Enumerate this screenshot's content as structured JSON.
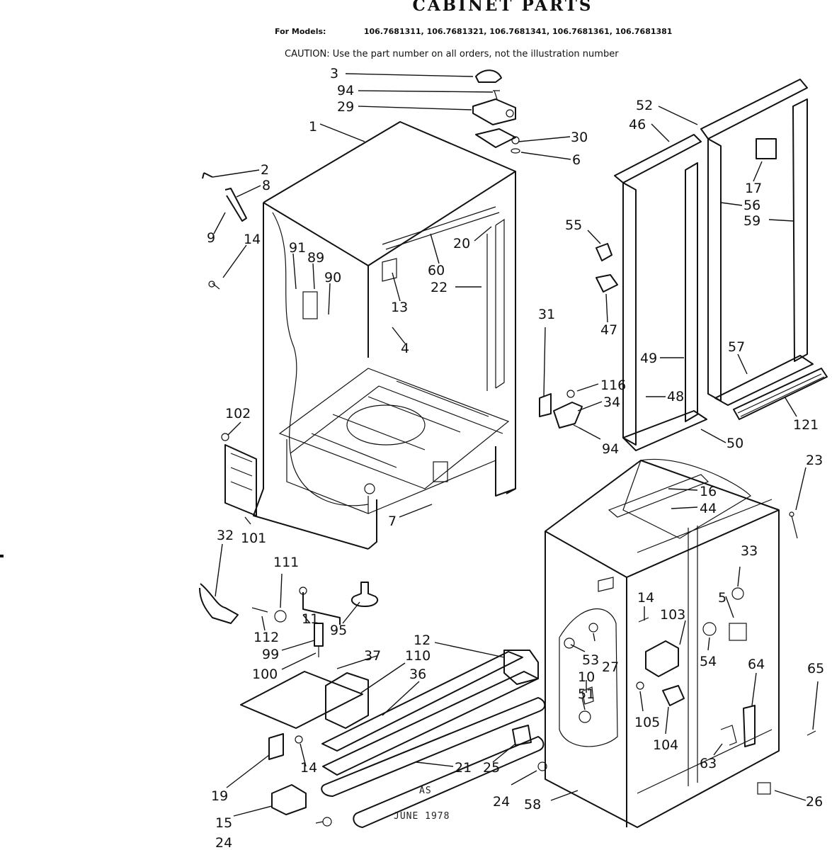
{
  "header": {
    "title": "CABINET PARTS",
    "models_label": "For Models:",
    "models": "106.7681311, 106.7681321, 106.7681341, 106.7681361, 106.7681381",
    "caution": "CAUTION: Use the part number on all orders, not the illustration number"
  },
  "callouts": [
    {
      "id": "c3",
      "text": "3"
    },
    {
      "id": "c94a",
      "text": "94"
    },
    {
      "id": "c29",
      "text": "29"
    },
    {
      "id": "c1",
      "text": "1"
    },
    {
      "id": "c30",
      "text": "30"
    },
    {
      "id": "c6",
      "text": "6"
    },
    {
      "id": "c2",
      "text": "2"
    },
    {
      "id": "c8",
      "text": "8"
    },
    {
      "id": "c9",
      "text": "9"
    },
    {
      "id": "c14a",
      "text": "14"
    },
    {
      "id": "c91",
      "text": "91"
    },
    {
      "id": "c89",
      "text": "89"
    },
    {
      "id": "c90",
      "text": "90"
    },
    {
      "id": "c20",
      "text": "20"
    },
    {
      "id": "c60",
      "text": "60"
    },
    {
      "id": "c22",
      "text": "22"
    },
    {
      "id": "c13",
      "text": "13"
    },
    {
      "id": "c4",
      "text": "4"
    },
    {
      "id": "c52",
      "text": "52"
    },
    {
      "id": "c46",
      "text": "46"
    },
    {
      "id": "c17",
      "text": "17"
    },
    {
      "id": "c56",
      "text": "56"
    },
    {
      "id": "c59",
      "text": "59"
    },
    {
      "id": "c55",
      "text": "55"
    },
    {
      "id": "c47",
      "text": "47"
    },
    {
      "id": "c31",
      "text": "31"
    },
    {
      "id": "c49",
      "text": "49"
    },
    {
      "id": "c57",
      "text": "57"
    },
    {
      "id": "c116",
      "text": "116"
    },
    {
      "id": "c34",
      "text": "34"
    },
    {
      "id": "c48",
      "text": "48"
    },
    {
      "id": "c94b",
      "text": "94"
    },
    {
      "id": "c121",
      "text": "121"
    },
    {
      "id": "c50",
      "text": "50"
    },
    {
      "id": "c102",
      "text": "102"
    },
    {
      "id": "c7",
      "text": "7"
    },
    {
      "id": "c23",
      "text": "23"
    },
    {
      "id": "c16",
      "text": "16"
    },
    {
      "id": "c44",
      "text": "44"
    },
    {
      "id": "c32",
      "text": "32"
    },
    {
      "id": "c101",
      "text": "101"
    },
    {
      "id": "c111",
      "text": "111"
    },
    {
      "id": "c33",
      "text": "33"
    },
    {
      "id": "c5",
      "text": "5"
    },
    {
      "id": "c112",
      "text": "112"
    },
    {
      "id": "c11",
      "text": "11"
    },
    {
      "id": "c95",
      "text": "95"
    },
    {
      "id": "c14b",
      "text": "14"
    },
    {
      "id": "c103",
      "text": "103"
    },
    {
      "id": "c99",
      "text": "99"
    },
    {
      "id": "c12",
      "text": "12"
    },
    {
      "id": "c100",
      "text": "100"
    },
    {
      "id": "c37",
      "text": "37"
    },
    {
      "id": "c110",
      "text": "110"
    },
    {
      "id": "c36",
      "text": "36"
    },
    {
      "id": "c53",
      "text": "53"
    },
    {
      "id": "c27",
      "text": "27"
    },
    {
      "id": "c54",
      "text": "54"
    },
    {
      "id": "c64",
      "text": "64"
    },
    {
      "id": "c65",
      "text": "65"
    },
    {
      "id": "c10",
      "text": "10"
    },
    {
      "id": "c51",
      "text": "51"
    },
    {
      "id": "c105",
      "text": "105"
    },
    {
      "id": "c104",
      "text": "104"
    },
    {
      "id": "c14c",
      "text": "14"
    },
    {
      "id": "c63",
      "text": "63"
    },
    {
      "id": "c19",
      "text": "19"
    },
    {
      "id": "c21",
      "text": "21"
    },
    {
      "id": "c25",
      "text": "25"
    },
    {
      "id": "c24a",
      "text": "24"
    },
    {
      "id": "c58",
      "text": "58"
    },
    {
      "id": "c26",
      "text": "26"
    },
    {
      "id": "c15",
      "text": "15"
    },
    {
      "id": "c24b",
      "text": "24"
    }
  ],
  "stamps": {
    "code": "AS",
    "date": "JUNE 1978"
  }
}
